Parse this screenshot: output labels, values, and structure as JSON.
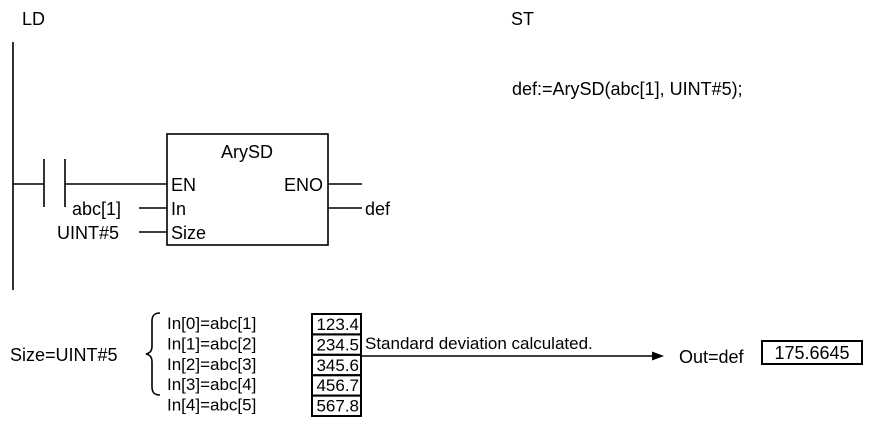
{
  "headings": {
    "ld": "LD",
    "st": "ST"
  },
  "st_code": "def:=ArySD(abc[1], UINT#5);",
  "function_block": {
    "name": "ArySD",
    "inputs": {
      "en": "EN",
      "in": "In",
      "size": "Size"
    },
    "outputs": {
      "eno": "ENO"
    },
    "in_arg": "abc[1]",
    "size_arg": "UINT#5",
    "out_arg": "def"
  },
  "example": {
    "size_label": "Size=UINT#5",
    "elements": [
      {
        "label": "In[0]=abc[1]",
        "value": "123.4"
      },
      {
        "label": "In[1]=abc[2]",
        "value": "234.5"
      },
      {
        "label": "In[2]=abc[3]",
        "value": "345.6"
      },
      {
        "label": "In[3]=abc[4]",
        "value": "456.7"
      },
      {
        "label": "In[4]=abc[5]",
        "value": "567.8"
      }
    ],
    "arrow_caption": "Standard deviation calculated.",
    "out_label": "Out=def",
    "out_value": "175.6645"
  }
}
